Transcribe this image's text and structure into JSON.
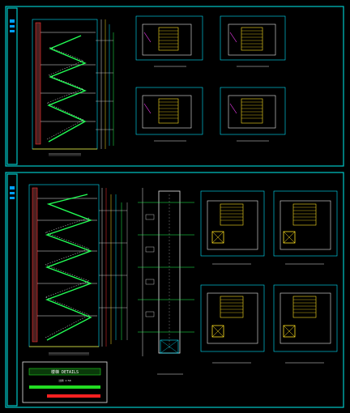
{
  "title_block": {
    "title_text": "楼梯 DETAILS",
    "subtitle_text": "比例 1:50",
    "accent_colors": {
      "sheet_border": "#00c8c8",
      "bar_green": "#22dd22",
      "bar_red": "#ff2020"
    }
  },
  "drawing": {
    "sheet_count": 2
  }
}
